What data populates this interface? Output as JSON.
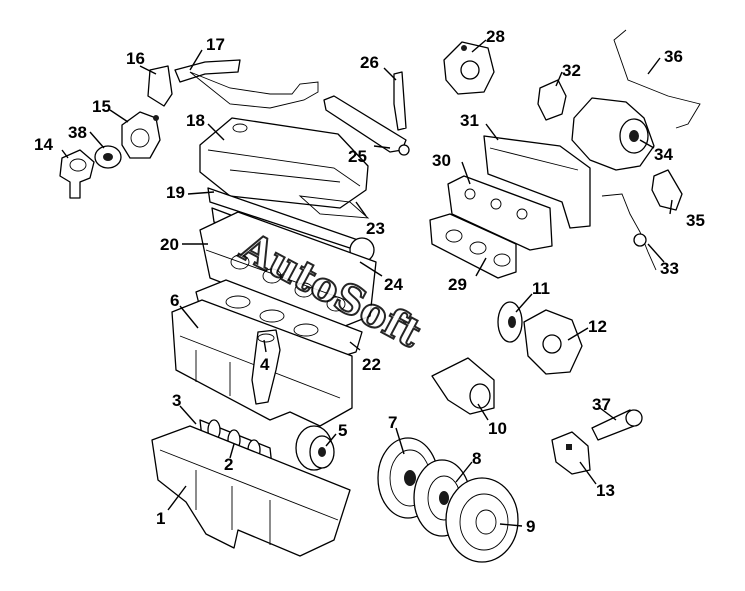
{
  "parts": [
    {
      "id": "p1",
      "label": "1"
    },
    {
      "id": "p2",
      "label": "2"
    },
    {
      "id": "p3",
      "label": "3"
    },
    {
      "id": "p4",
      "label": "4"
    },
    {
      "id": "p5",
      "label": "5"
    },
    {
      "id": "p6",
      "label": "6"
    },
    {
      "id": "p7",
      "label": "7"
    },
    {
      "id": "p8",
      "label": "8"
    },
    {
      "id": "p9",
      "label": "9"
    },
    {
      "id": "p10",
      "label": "10"
    },
    {
      "id": "p11",
      "label": "11"
    },
    {
      "id": "p12",
      "label": "12"
    },
    {
      "id": "p13",
      "label": "13"
    },
    {
      "id": "p14",
      "label": "14"
    },
    {
      "id": "p15",
      "label": "15"
    },
    {
      "id": "p16",
      "label": "16"
    },
    {
      "id": "p17",
      "label": "17"
    },
    {
      "id": "p18",
      "label": "18"
    },
    {
      "id": "p19",
      "label": "19"
    },
    {
      "id": "p20",
      "label": "20"
    },
    {
      "id": "p22",
      "label": "22"
    },
    {
      "id": "p23",
      "label": "23"
    },
    {
      "id": "p24",
      "label": "24"
    },
    {
      "id": "p25",
      "label": "25"
    },
    {
      "id": "p26",
      "label": "26"
    },
    {
      "id": "p28",
      "label": "28"
    },
    {
      "id": "p29",
      "label": "29"
    },
    {
      "id": "p30",
      "label": "30"
    },
    {
      "id": "p31",
      "label": "31"
    },
    {
      "id": "p32",
      "label": "32"
    },
    {
      "id": "p33",
      "label": "33"
    },
    {
      "id": "p34",
      "label": "34"
    },
    {
      "id": "p35",
      "label": "35"
    },
    {
      "id": "p36",
      "label": "36"
    },
    {
      "id": "p37",
      "label": "37"
    },
    {
      "id": "p38",
      "label": "38"
    }
  ],
  "watermark": {
    "text": "AutoSoft"
  }
}
